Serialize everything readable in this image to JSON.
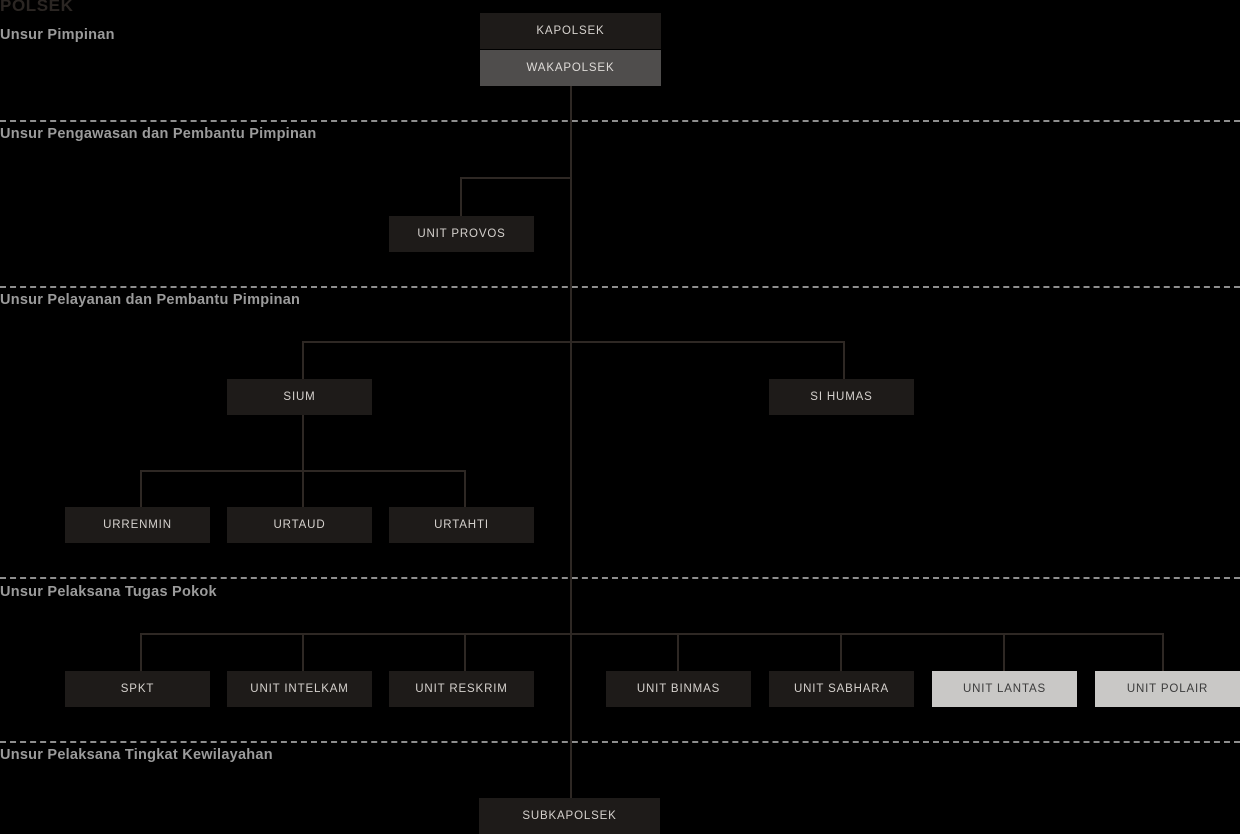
{
  "document": {
    "title": "POLSEK"
  },
  "palette": {
    "background": "#000000",
    "node_dark_bg": "#1e1b19",
    "node_dark_text": "#d5d1cd",
    "node_mid_bg": "#4f4d4c",
    "node_mid_text": "#dedbd8",
    "node_light_bg": "#c9c8c6",
    "node_light_text": "#3b3b3b",
    "connector": "#2e2824",
    "divider": "#8e8e8e",
    "section_label": "#9b9b9b",
    "title": "#2b2623"
  },
  "sections": [
    {
      "id": "pimpinan",
      "label": "Unsur Pimpinan"
    },
    {
      "id": "pengawasan",
      "label": "Unsur Pengawasan dan Pembantu Pimpinan"
    },
    {
      "id": "pelayanan",
      "label": "Unsur Pelayanan dan Pembantu Pimpinan"
    },
    {
      "id": "pelaksana",
      "label": "Unsur Pelaksana Tugas Pokok"
    },
    {
      "id": "kewilayahan",
      "label": "Unsur Pelaksana Tingkat Kewilayahan"
    }
  ],
  "nodes": {
    "kapolsek": "KAPOLSEK",
    "wakapolsek": "WAKAPOLSEK",
    "unit_provos": "UNIT PROVOS",
    "sium": "SIUM",
    "si_humas": "SI HUMAS",
    "urrenmin": "URRENMIN",
    "urtaud": "URTAUD",
    "urtahti": "URTAHTI",
    "spkt": "SPKT",
    "unit_intelkam": "UNIT INTELKAM",
    "unit_reskrim": "UNIT RESKRIM",
    "unit_binmas": "UNIT BINMAS",
    "unit_sabhara": "UNIT SABHARA",
    "unit_lantas": "UNIT LANTAS",
    "unit_polair": "UNIT POLAIR",
    "subkapolsek": "SUBKAPOLSEK"
  },
  "chart_data": {
    "type": "diagram",
    "title": "POLSEK",
    "layout": "organizational-hierarchy",
    "tiers": [
      {
        "section": "Unsur Pimpinan",
        "members": [
          "KAPOLSEK",
          "WAKAPOLSEK"
        ]
      },
      {
        "section": "Unsur Pengawasan dan Pembantu Pimpinan",
        "members": [
          "UNIT PROVOS"
        ]
      },
      {
        "section": "Unsur Pelayanan dan Pembantu Pimpinan",
        "members": [
          "SIUM",
          "SI HUMAS",
          "URRENMIN",
          "URTAUD",
          "URTAHTI"
        ]
      },
      {
        "section": "Unsur Pelaksana Tugas Pokok",
        "members": [
          "SPKT",
          "UNIT INTELKAM",
          "UNIT RESKRIM",
          "UNIT BINMAS",
          "UNIT SABHARA",
          "UNIT LANTAS",
          "UNIT POLAIR"
        ]
      },
      {
        "section": "Unsur Pelaksana Tingkat Kewilayahan",
        "members": [
          "SUBKAPOLSEK"
        ]
      }
    ],
    "edges": [
      {
        "from": "KAPOLSEK",
        "to": "WAKAPOLSEK"
      },
      {
        "from": "WAKAPOLSEK",
        "to": "UNIT PROVOS"
      },
      {
        "from": "WAKAPOLSEK",
        "to": "SIUM"
      },
      {
        "from": "WAKAPOLSEK",
        "to": "SI HUMAS"
      },
      {
        "from": "SIUM",
        "to": "URRENMIN"
      },
      {
        "from": "SIUM",
        "to": "URTAUD"
      },
      {
        "from": "SIUM",
        "to": "URTAHTI"
      },
      {
        "from": "WAKAPOLSEK",
        "to": "SPKT"
      },
      {
        "from": "WAKAPOLSEK",
        "to": "UNIT INTELKAM"
      },
      {
        "from": "WAKAPOLSEK",
        "to": "UNIT RESKRIM"
      },
      {
        "from": "WAKAPOLSEK",
        "to": "UNIT BINMAS"
      },
      {
        "from": "WAKAPOLSEK",
        "to": "UNIT SABHARA"
      },
      {
        "from": "WAKAPOLSEK",
        "to": "UNIT LANTAS"
      },
      {
        "from": "WAKAPOLSEK",
        "to": "UNIT POLAIR"
      },
      {
        "from": "WAKAPOLSEK",
        "to": "SUBKAPOLSEK"
      }
    ],
    "highlighted_nodes": [
      "UNIT LANTAS",
      "UNIT POLAIR"
    ]
  }
}
